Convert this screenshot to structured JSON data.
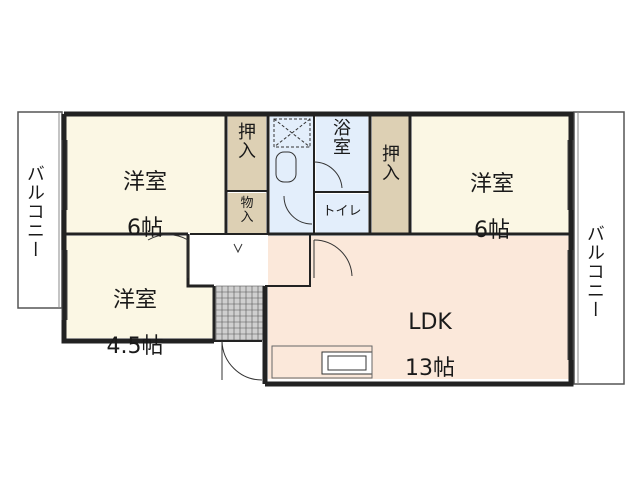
{
  "rooms": {
    "western_left_top": {
      "name": "洋室",
      "size": "6帖"
    },
    "western_left_bottom": {
      "name": "洋室",
      "size": "4.5帖"
    },
    "western_right": {
      "name": "洋室",
      "size": "6帖"
    },
    "ldk": {
      "name": "LDK",
      "size": "13帖"
    },
    "bath": {
      "name": "浴\n室"
    },
    "toilet": {
      "name": "トイレ"
    },
    "closet_left": {
      "name": "押\n入"
    },
    "closet_right": {
      "name": "押\n入"
    },
    "storage": {
      "name": "物\n入"
    }
  },
  "balconies": {
    "left": "バルコニー",
    "right": "バルコニー"
  },
  "colors": {
    "room_fill": "#fbf7e4",
    "ldk_fill": "#fbe8da",
    "wet_fill": "#e3eefb",
    "closet_fill": "#ddd0b4",
    "wall": "#222222",
    "hall_tile": "#bdbdbd"
  }
}
